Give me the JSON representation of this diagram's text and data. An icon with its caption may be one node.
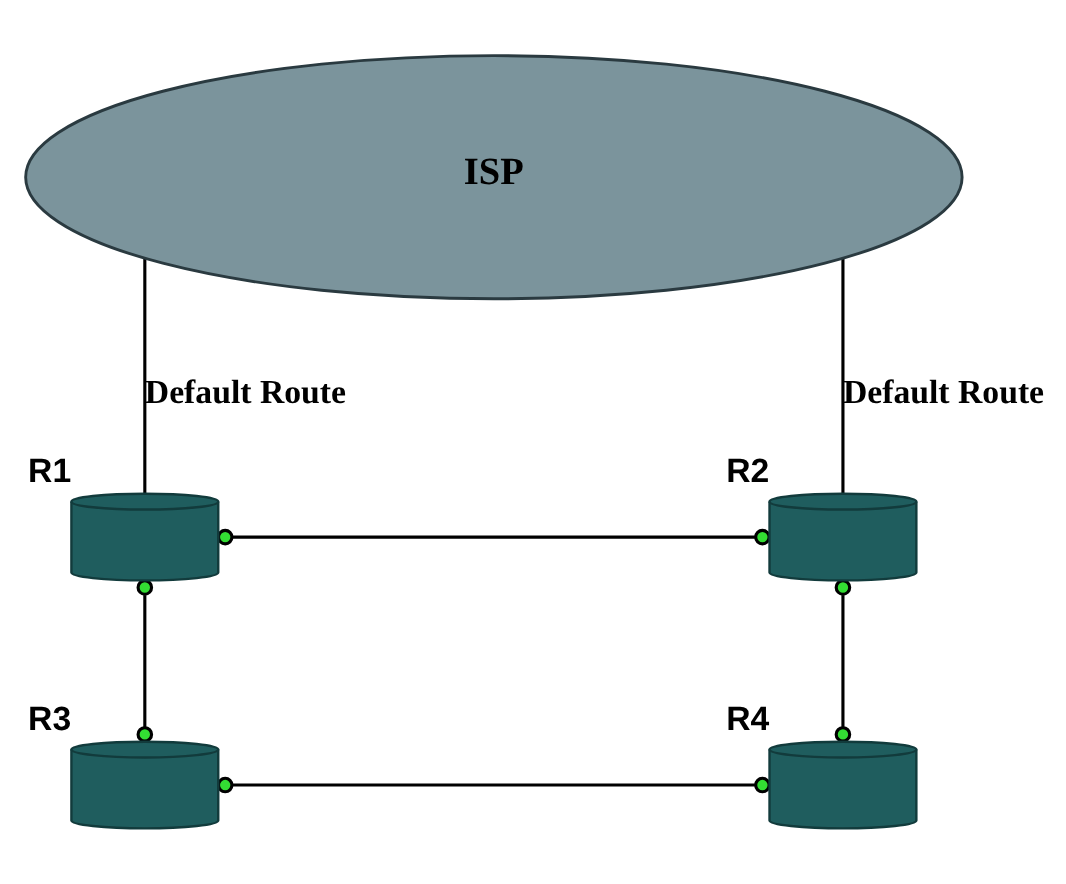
{
  "diagram": {
    "nodes": [
      {
        "text": [
          "ISP"
        ]
      },
      {
        "text": [],
        "shape": "picture",
        "beside": [
          "R1"
        ]
      },
      {
        "text": [],
        "shape": "picture",
        "beside": [
          "R2"
        ]
      },
      {
        "text": [],
        "shape": "picture",
        "beside": [
          "R3"
        ]
      },
      {
        "text": [],
        "shape": "picture",
        "beside": [
          "R4"
        ]
      }
    ],
    "edges": [
      {
        "from": 0,
        "to": 1,
        "arrow": "none",
        "label": "Default Route"
      },
      {
        "from": 0,
        "to": 2,
        "arrow": "none",
        "label": "Default Route"
      },
      {
        "from": 1,
        "to": 2,
        "arrow": "other"
      },
      {
        "from": 1,
        "to": 3,
        "arrow": "other"
      },
      {
        "from": 2,
        "to": 4,
        "arrow": "other"
      },
      {
        "from": 3,
        "to": 4,
        "arrow": "other"
      }
    ]
  }
}
